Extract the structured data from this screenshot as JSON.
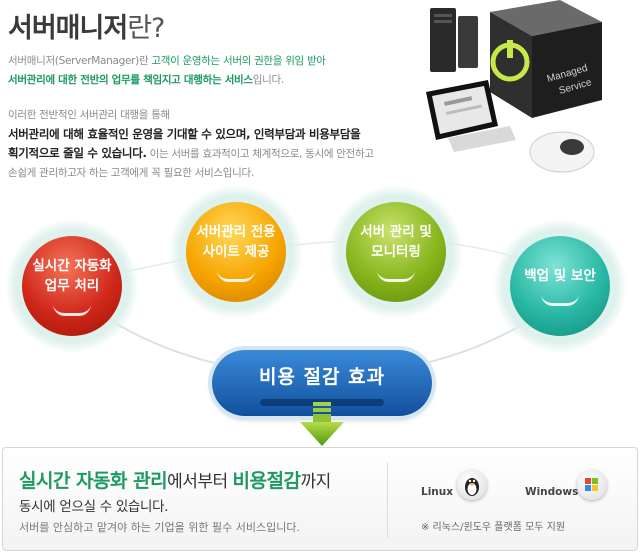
{
  "title": {
    "bold": "서버매니저",
    "light": "란?"
  },
  "intro": {
    "l1_a": "서버매니저(ServerManager)란 ",
    "l1_b": "고객이 운영하는 서버의 권한을 위임 받아",
    "l2_a": "서버관리에 대한 전반의 업무를 책임지고 대행하는 서비스",
    "l2_b": "입니다.",
    "l3": "이러한 전반적인 서버관리 대행을 통해",
    "l4": "서버관리에 대해 효율적인 운영을 기대할 수 있으며, 인력부담과 비용부담을",
    "l5_a": "획기적으로 줄일 수 있습니다.",
    "l5_b": " 이는 서버를 효과적이고 체계적으로, 동시에 안전하고",
    "l6": "손쉽게 관리하고자 하는 고객에게 꼭 필요한 서비스입니다."
  },
  "box_label": {
    "l1": "Managed",
    "l2": "Service"
  },
  "features": [
    {
      "l1": "실시간 자동화",
      "l2": "업무 처리"
    },
    {
      "l1": "서버관리 전용",
      "l2": "사이트 제공"
    },
    {
      "l1": "서버 관리 및",
      "l2": "모니터링"
    },
    {
      "l1": "백업 및 보안",
      "l2": ""
    }
  ],
  "cost": {
    "label": "비용 절감 효과"
  },
  "bottom": {
    "h_a": "실시간 자동화 관리",
    "h_b": "에서부터 ",
    "h_c": "비용절감",
    "h_d": "까지",
    "sub": "동시에 얻으실 수 있습니다.",
    "note": "서버를 안심하고 맡겨야 하는 기업을 위한 필수 서비스입니다.",
    "os1": "Linux",
    "os2": "Windows",
    "footnote": "※ 리눅스/윈도우 플랫폼 모두 지원"
  },
  "colors": {
    "green": "#1d9a62",
    "red": "#d0281a",
    "orange": "#f6a500",
    "lime": "#86b51d",
    "teal": "#28b7a4",
    "blue": "#12509e"
  }
}
